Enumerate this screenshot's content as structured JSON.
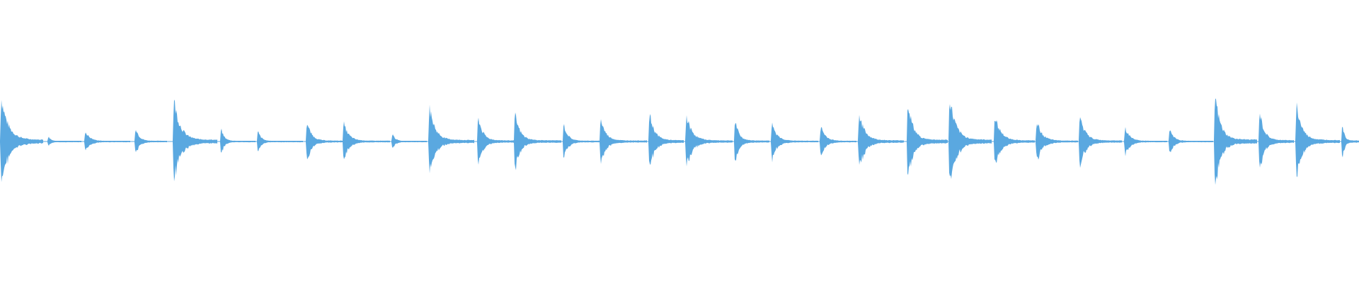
{
  "waveform": {
    "color": "#5aa8e0",
    "background": "#ffffff",
    "onsets": [
      {
        "t": 0.0,
        "peak": 0.92,
        "decay": 0.45,
        "len": 0.032
      },
      {
        "t": 0.035,
        "peak": 0.12,
        "decay": 0.25,
        "len": 0.025
      },
      {
        "t": 0.062,
        "peak": 0.22,
        "decay": 0.3,
        "len": 0.034
      },
      {
        "t": 0.099,
        "peak": 0.35,
        "decay": 0.3,
        "len": 0.024
      },
      {
        "t": 0.127,
        "peak": 0.88,
        "decay": 0.4,
        "len": 0.033
      },
      {
        "t": 0.162,
        "peak": 0.3,
        "decay": 0.25,
        "len": 0.026
      },
      {
        "t": 0.189,
        "peak": 0.25,
        "decay": 0.2,
        "len": 0.034
      },
      {
        "t": 0.225,
        "peak": 0.44,
        "decay": 0.35,
        "len": 0.027
      },
      {
        "t": 0.252,
        "peak": 0.4,
        "decay": 0.3,
        "len": 0.035
      },
      {
        "t": 0.288,
        "peak": 0.18,
        "decay": 0.25,
        "len": 0.026
      },
      {
        "t": 0.315,
        "peak": 0.75,
        "decay": 0.35,
        "len": 0.034
      },
      {
        "t": 0.351,
        "peak": 0.55,
        "decay": 0.35,
        "len": 0.027
      },
      {
        "t": 0.378,
        "peak": 0.6,
        "decay": 0.3,
        "len": 0.035
      },
      {
        "t": 0.414,
        "peak": 0.4,
        "decay": 0.3,
        "len": 0.027
      },
      {
        "t": 0.441,
        "peak": 0.5,
        "decay": 0.3,
        "len": 0.035
      },
      {
        "t": 0.477,
        "peak": 0.62,
        "decay": 0.4,
        "len": 0.026
      },
      {
        "t": 0.504,
        "peak": 0.55,
        "decay": 0.35,
        "len": 0.035
      },
      {
        "t": 0.54,
        "peak": 0.5,
        "decay": 0.3,
        "len": 0.026
      },
      {
        "t": 0.567,
        "peak": 0.38,
        "decay": 0.3,
        "len": 0.035
      },
      {
        "t": 0.603,
        "peak": 0.35,
        "decay": 0.35,
        "len": 0.027
      },
      {
        "t": 0.631,
        "peak": 0.6,
        "decay": 0.35,
        "len": 0.034
      },
      {
        "t": 0.667,
        "peak": 0.88,
        "decay": 0.35,
        "len": 0.03
      },
      {
        "t": 0.698,
        "peak": 0.92,
        "decay": 0.4,
        "len": 0.032
      },
      {
        "t": 0.731,
        "peak": 0.55,
        "decay": 0.4,
        "len": 0.03
      },
      {
        "t": 0.762,
        "peak": 0.45,
        "decay": 0.35,
        "len": 0.031
      },
      {
        "t": 0.794,
        "peak": 0.55,
        "decay": 0.35,
        "len": 0.032
      },
      {
        "t": 0.827,
        "peak": 0.32,
        "decay": 0.3,
        "len": 0.032
      },
      {
        "t": 0.86,
        "peak": 0.3,
        "decay": 0.25,
        "len": 0.033
      },
      {
        "t": 0.893,
        "peak": 1.0,
        "decay": 0.35,
        "len": 0.032
      },
      {
        "t": 0.926,
        "peak": 0.68,
        "decay": 0.35,
        "len": 0.026
      },
      {
        "t": 0.953,
        "peak": 0.78,
        "decay": 0.35,
        "len": 0.033
      },
      {
        "t": 0.987,
        "peak": 0.5,
        "decay": 0.35,
        "len": 0.013
      }
    ]
  }
}
